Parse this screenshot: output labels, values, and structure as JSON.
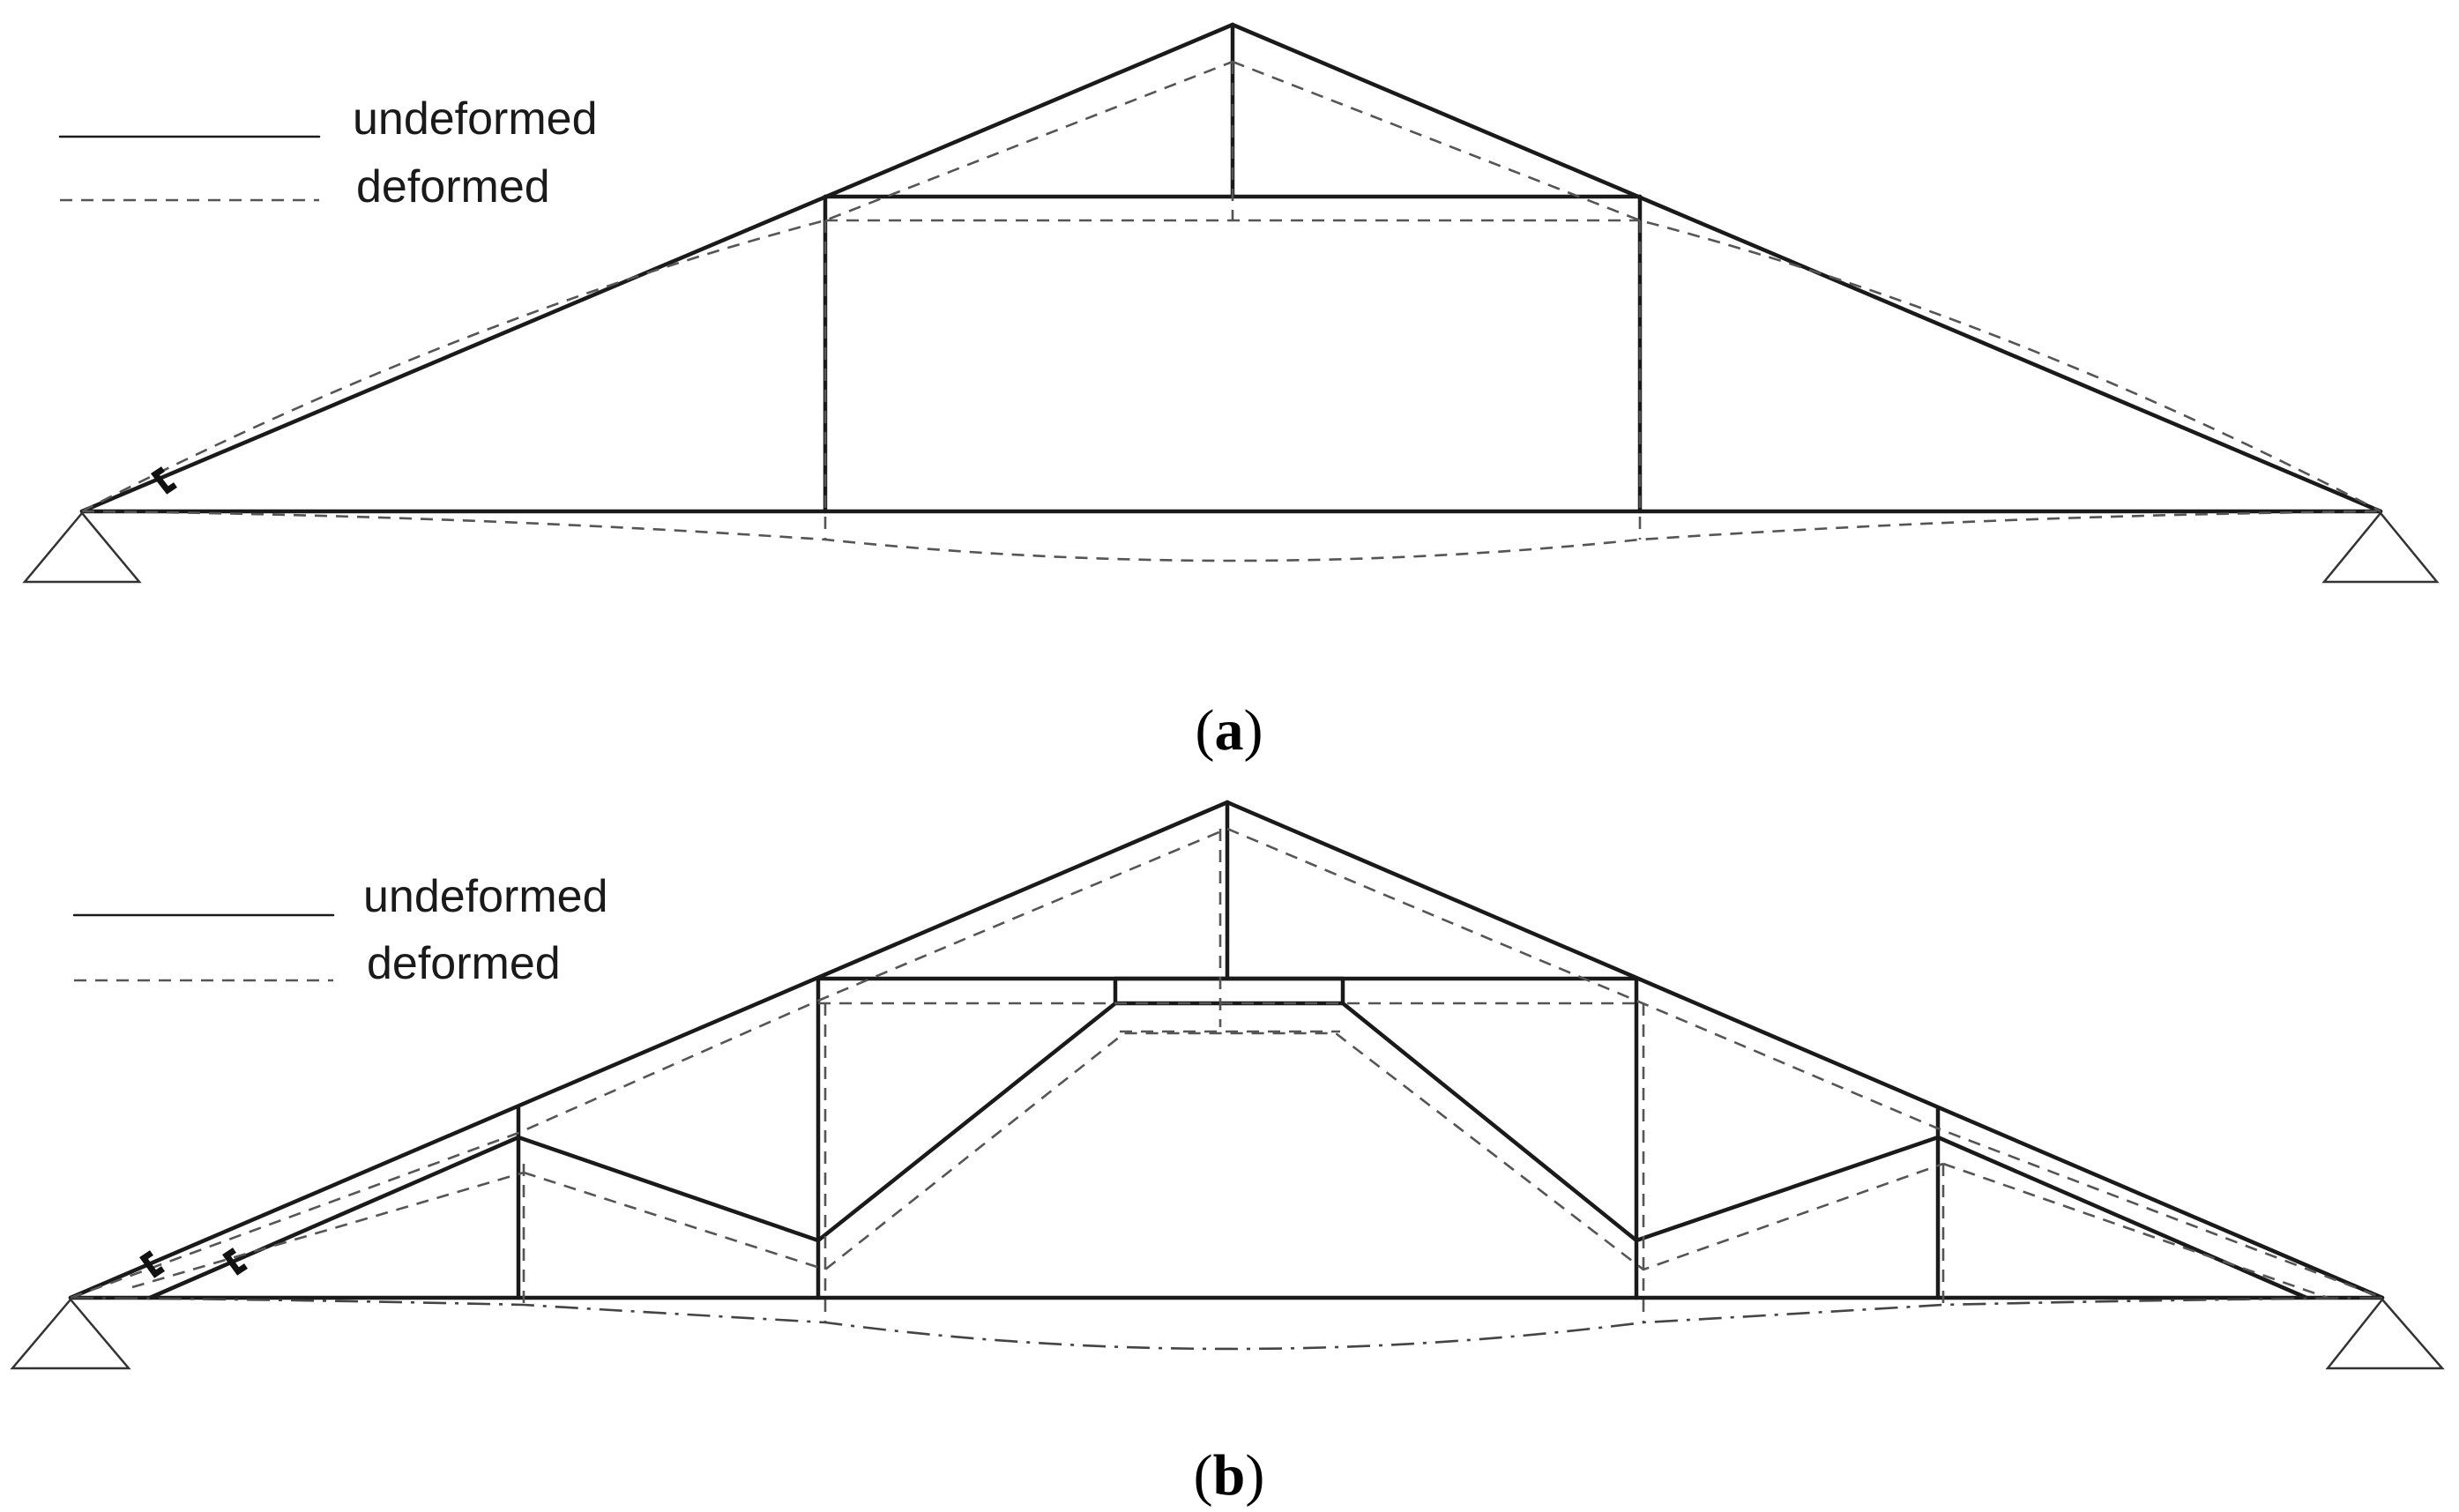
{
  "figure": {
    "panels": [
      {
        "id": "a",
        "legend": {
          "undeformed_label": "undeformed",
          "deformed_label": "deformed"
        },
        "caption": {
          "open": "(",
          "letter": "a",
          "close": ")"
        }
      },
      {
        "id": "b",
        "legend": {
          "undeformed_label": "undeformed",
          "deformed_label": "deformed"
        },
        "caption": {
          "open": "(",
          "letter": "b",
          "close": ")"
        }
      }
    ]
  },
  "colors": {
    "undeformed_line": "#1a1a1a",
    "deformed_line": "#555555",
    "background": "#ffffff"
  }
}
